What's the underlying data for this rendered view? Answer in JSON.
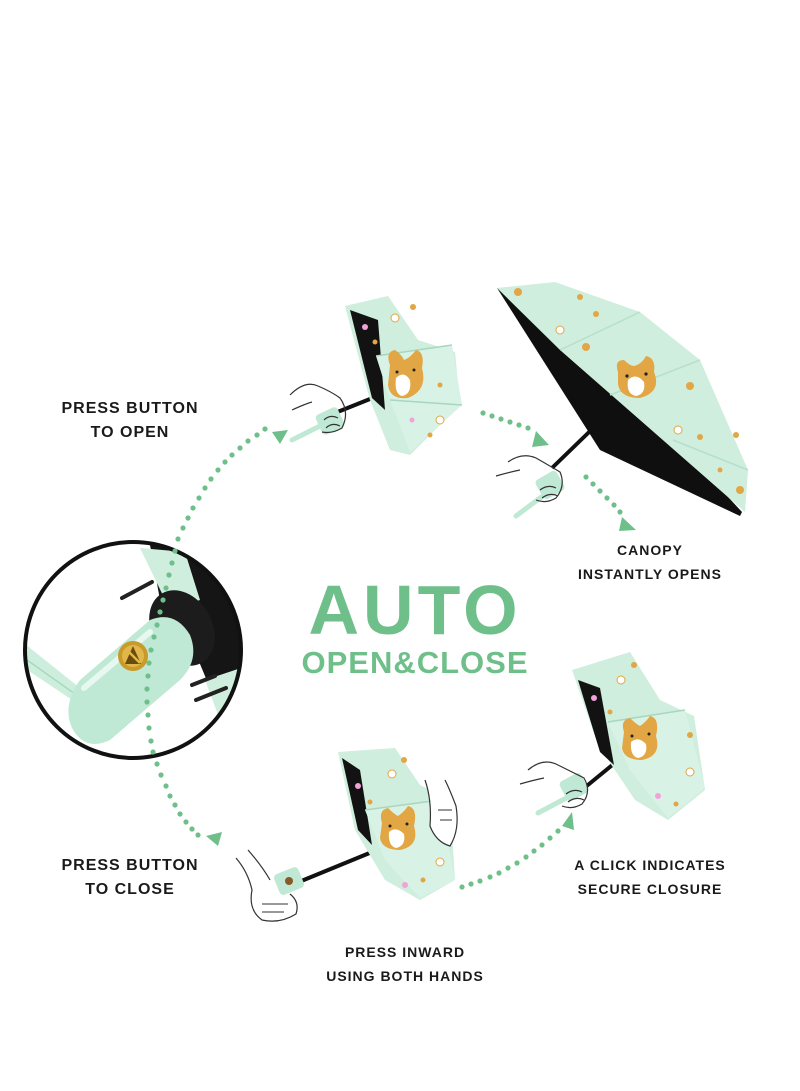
{
  "colors": {
    "background": "#ffffff",
    "accent_green": "#6fbf8a",
    "canopy_green": "#cfeedd",
    "handle_mint": "#bfe8d5",
    "label_text": "#1a1a1a",
    "corgi_orange": "#e2a645",
    "frame_black": "#111111"
  },
  "title": {
    "main": "AUTO",
    "sub": "OPEN&CLOSE"
  },
  "steps": [
    {
      "id": "press-to-open",
      "line1": "PRESS BUTTON",
      "line2": "TO OPEN"
    },
    {
      "id": "canopy-opens",
      "line1": "CANOPY",
      "line2": "INSTANTLY OPENS"
    },
    {
      "id": "press-to-close",
      "line1": "PRESS BUTTON",
      "line2": "TO CLOSE"
    },
    {
      "id": "press-inward",
      "line1": "PRESS INWARD",
      "line2": "USING BOTH HANDS"
    },
    {
      "id": "click-closure",
      "line1": "A CLICK INDICATES",
      "line2": "SECURE CLOSURE"
    }
  ],
  "icons": {
    "arrow": "dotted-arrow-icon",
    "button": "auto-button-icon",
    "hand": "hand-icon",
    "umbrella": "umbrella-icon"
  }
}
